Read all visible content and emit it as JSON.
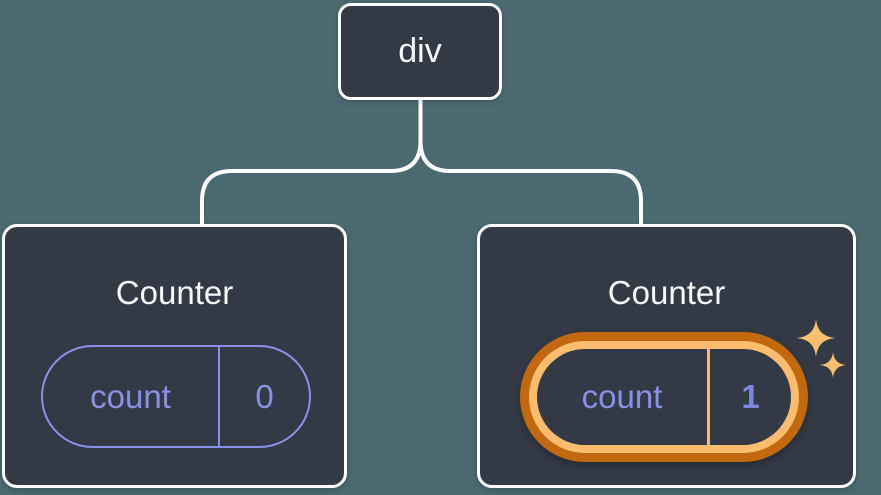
{
  "diagram": {
    "root_node": {
      "label": "div"
    },
    "children": [
      {
        "title": "Counter",
        "state_pill": {
          "name": "count",
          "value": "0"
        },
        "highlighted": false
      },
      {
        "title": "Counter",
        "state_pill": {
          "name": "count",
          "value": "1"
        },
        "highlighted": true
      }
    ]
  },
  "icons": {
    "sparkle_large": "sparkle-icon",
    "sparkle_small": "sparkle-icon"
  },
  "colors": {
    "background": "#4C6970",
    "node_background": "#333A46",
    "node_border": "#FFFFFF",
    "connector_line": "#FFFFFF",
    "pill_purple": "#8A90E6",
    "pill_value_bold_purple": "#7E85E0",
    "highlight_ring_outer": "#C2690F",
    "highlight_ring_inner": "#FBBD6D",
    "sparkle": "#F9BE6E",
    "text_primary": "#F6F7F9"
  }
}
